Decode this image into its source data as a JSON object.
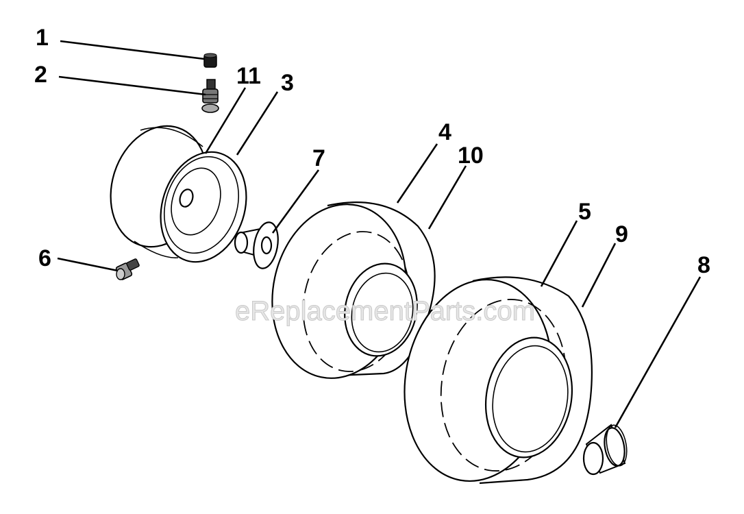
{
  "watermark": "eReplacementParts.com",
  "callouts": [
    {
      "number": "1"
    },
    {
      "number": "2"
    },
    {
      "number": "11"
    },
    {
      "number": "3"
    },
    {
      "number": "4"
    },
    {
      "number": "10"
    },
    {
      "number": "7"
    },
    {
      "number": "5"
    },
    {
      "number": "9"
    },
    {
      "number": "8"
    },
    {
      "number": "6"
    }
  ],
  "colors": {
    "ink": "#000000",
    "paper": "#ffffff",
    "watermark": "#d9d9d9"
  }
}
